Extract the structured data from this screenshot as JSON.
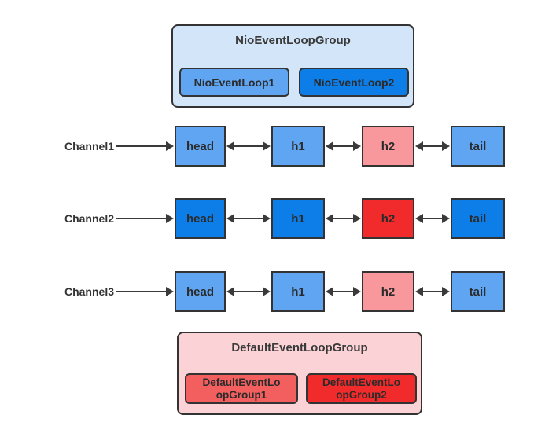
{
  "colors": {
    "light_blue": "#d3e6f9",
    "medium_blue": "#5fa5f2",
    "bright_blue": "#0d7de8",
    "salmon": "#f8989c",
    "light_pink": "#fbd2d6",
    "medium_red": "#f25f5e",
    "bright_red": "#f12b2b",
    "border": "#333333",
    "text": "#333333"
  },
  "nio_group": {
    "title": "NioEventLoopGroup",
    "loops": [
      {
        "label": "NioEventLoop1",
        "color": "medium_blue"
      },
      {
        "label": "NioEventLoop2",
        "color": "bright_blue"
      }
    ]
  },
  "channels": [
    {
      "label": "Channel1",
      "nodes": [
        {
          "label": "head",
          "color": "medium_blue"
        },
        {
          "label": "h1",
          "color": "medium_blue"
        },
        {
          "label": "h2",
          "color": "salmon"
        },
        {
          "label": "tail",
          "color": "medium_blue"
        }
      ]
    },
    {
      "label": "Channel2",
      "nodes": [
        {
          "label": "head",
          "color": "bright_blue"
        },
        {
          "label": "h1",
          "color": "bright_blue"
        },
        {
          "label": "h2",
          "color": "bright_red"
        },
        {
          "label": "tail",
          "color": "bright_blue"
        }
      ]
    },
    {
      "label": "Channel3",
      "nodes": [
        {
          "label": "head",
          "color": "medium_blue"
        },
        {
          "label": "h1",
          "color": "medium_blue"
        },
        {
          "label": "h2",
          "color": "salmon"
        },
        {
          "label": "tail",
          "color": "medium_blue"
        }
      ]
    }
  ],
  "default_group": {
    "title": "DefaultEventLoopGroup",
    "loops": [
      {
        "label": "DefaultEventLoopGroup1",
        "lines": [
          "DefaultEventLo",
          "opGroup1"
        ],
        "color": "medium_red"
      },
      {
        "label": "DefaultEventLoopGroup2",
        "lines": [
          "DefaultEventLo",
          "opGroup2"
        ],
        "color": "bright_red"
      }
    ]
  }
}
